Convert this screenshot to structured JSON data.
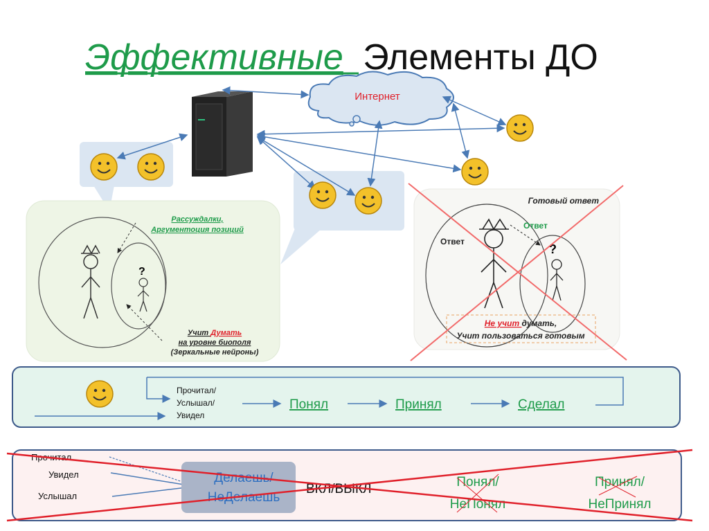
{
  "title": {
    "highlight": "Эффективные",
    "rest": "Элементы ДО"
  },
  "cloud": {
    "label": "Интернет"
  },
  "left_panel": {
    "note_top": [
      "Рассуждалки,",
      "Аргументоция позиций"
    ],
    "note_bottom_prefix": "Учит ",
    "note_bottom_red": "Думать",
    "note_bottom_lines": [
      "на уровне биополя",
      "(Зеркальные нейроны)"
    ]
  },
  "right_panel": {
    "ready_answer": "Готовый ответ",
    "answer_green": "Ответ",
    "answer_black": "Ответ",
    "bottom_red": "Не учит ",
    "bottom_rest": "думать,",
    "bottom_line2": "Учит пользоваться готовым"
  },
  "flow_panel": {
    "inputs": [
      "Прочитал/",
      "Услышал/",
      "Увидел"
    ],
    "steps": [
      "Понял",
      "Принял",
      "Сделал"
    ]
  },
  "crossed_panel": {
    "inputs": [
      "Прочитал",
      "Увидел",
      "Услышал"
    ],
    "box_lines": [
      "Делаешь/",
      "НеДелаешь"
    ],
    "switch": "ВКЛ/ВЫКЛ",
    "understood": [
      "Понял/",
      "НеПонял"
    ],
    "accepted": [
      "Принял/",
      "НеПринял"
    ]
  },
  "colors": {
    "green": "#1e9b4a",
    "red": "#e0202a",
    "arrow": "#4a7ab5",
    "smiley": "#f3c12a",
    "panel_border": "#3d5a8a"
  }
}
